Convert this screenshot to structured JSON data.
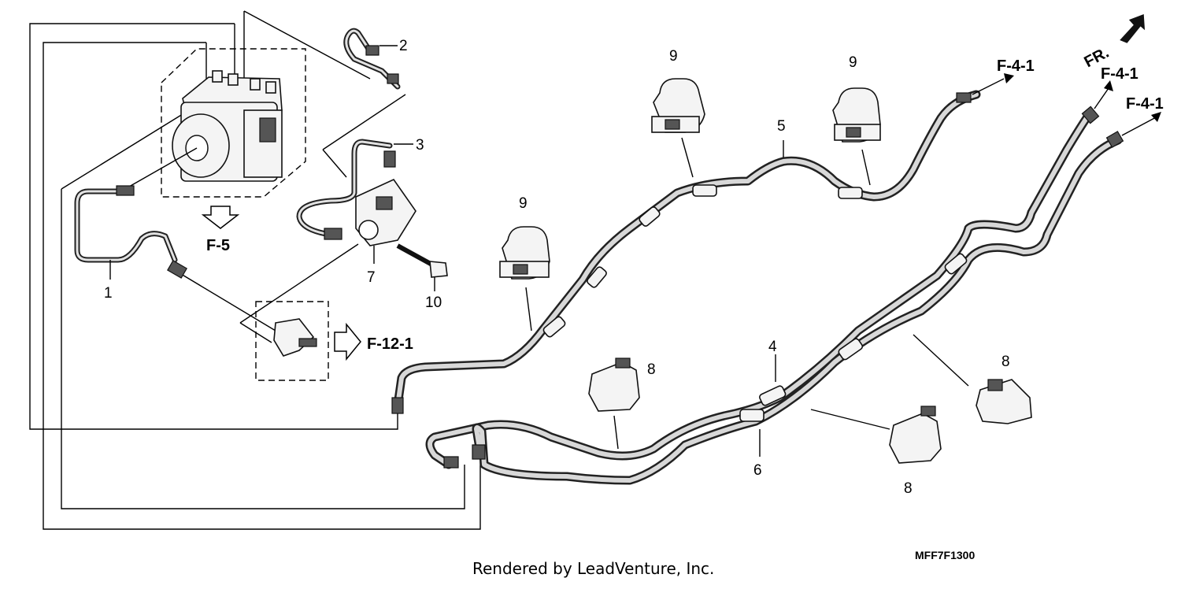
{
  "diagram": {
    "callouts": [
      {
        "id": "c1",
        "text": "1"
      },
      {
        "id": "c2",
        "text": "2"
      },
      {
        "id": "c3",
        "text": "3"
      },
      {
        "id": "c4",
        "text": "4"
      },
      {
        "id": "c5",
        "text": "5"
      },
      {
        "id": "c6",
        "text": "6"
      },
      {
        "id": "c7",
        "text": "7"
      },
      {
        "id": "c8a",
        "text": "8"
      },
      {
        "id": "c8b",
        "text": "8"
      },
      {
        "id": "c8c",
        "text": "8"
      },
      {
        "id": "c9a",
        "text": "9"
      },
      {
        "id": "c9b",
        "text": "9"
      },
      {
        "id": "c9c",
        "text": "9"
      },
      {
        "id": "c10",
        "text": "10"
      }
    ],
    "references": {
      "f5": "F-5",
      "f12": "F-12-1",
      "f41a": "F-4-1",
      "f41b": "F-4-1",
      "f41c": "F-4-1",
      "front": "FR."
    },
    "diagram_code": "MFF7F1300",
    "credit": "Rendered by LeadVenture, Inc."
  }
}
